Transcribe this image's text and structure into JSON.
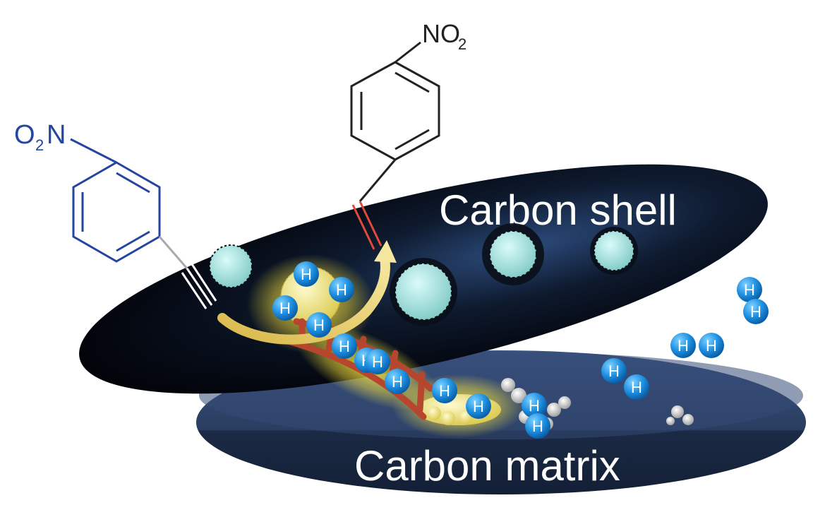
{
  "labels": {
    "shell": "Carbon shell",
    "matrix": "Carbon matrix"
  },
  "molecules": {
    "left_group": "O",
    "left_sub": "2",
    "left_n": "N",
    "top_n": "NO",
    "top_sub": "2"
  },
  "colors": {
    "shell": "#060a14",
    "shell_glow": "#2b4a7a",
    "matrix": "#2a3d61",
    "hydrogen": "#1d8fe0",
    "cluster": "#9fe3e0",
    "metal": "#f2e27a",
    "glow": "#ffea3a",
    "bridge": "#b8452d",
    "left_molecule": "#2446a0",
    "top_molecule": "#222222",
    "double_bond": "#e04a3a"
  },
  "icons": [
    "hydrogen-molecule-icon",
    "fullerene-cluster-icon",
    "metal-nanoparticle-icon",
    "arrow-icon"
  ]
}
